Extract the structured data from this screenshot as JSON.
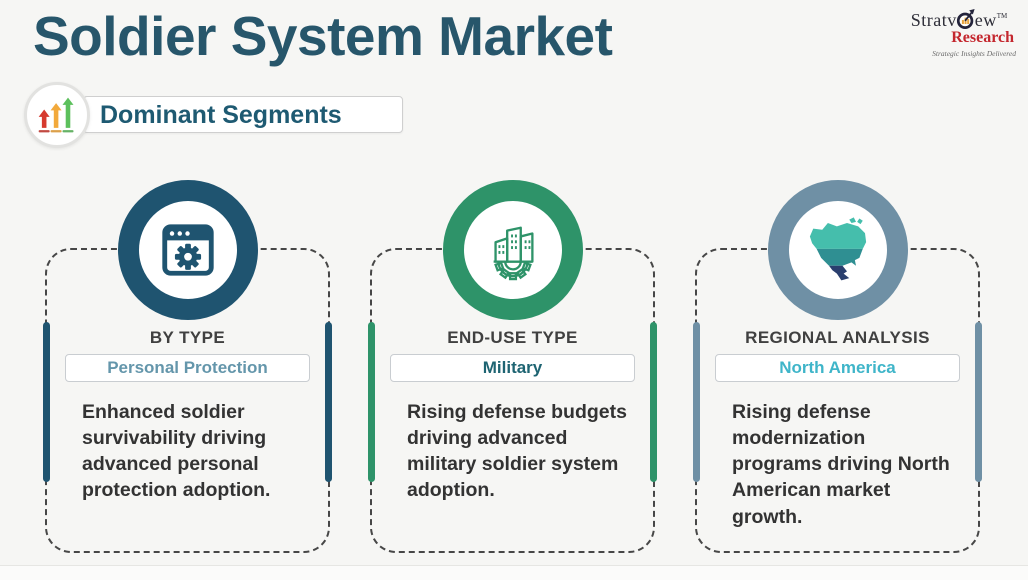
{
  "page": {
    "title": "Soldier System Market",
    "title_color": "#27566B",
    "background": "#f6f6f4"
  },
  "badge": {
    "icon": "growth-arrows-icon",
    "label": "Dominant Segments",
    "arrow_colors": [
      "#D63A2F",
      "#F2A93B",
      "#5CC05C"
    ]
  },
  "logo": {
    "brand_part1": "Stratv",
    "brand_part2": "ew",
    "tm": "TM",
    "line2": "Research",
    "tagline": "Strategic Insights Delivered",
    "brand_color": "#2E2E38",
    "line2_color": "#C4272E"
  },
  "cards": [
    {
      "header": "BY TYPE",
      "segment": "Personal Protection",
      "body": "Enhanced soldier survivability driving advanced personal protection adoption.",
      "accent": "#1F5470",
      "segment_color": "#6496AB",
      "icon": "window-gear-icon"
    },
    {
      "header": "END-USE TYPE",
      "segment": "Military",
      "body": "Rising defense budgets driving advanced military soldier system adoption.",
      "accent": "#2E9369",
      "segment_color": "#1E6472",
      "icon": "industry-buildings-icon"
    },
    {
      "header": "REGIONAL ANALYSIS",
      "segment": "North America",
      "body": "Rising defense modernization programs driving North American market growth.",
      "accent": "#6F90A5",
      "segment_color": "#3FB5C9",
      "icon": "north-america-map-icon",
      "map_colors": {
        "canada": "#45BEAC",
        "usa": "#2F8F92",
        "mexico": "#2A3F6E"
      }
    }
  ]
}
